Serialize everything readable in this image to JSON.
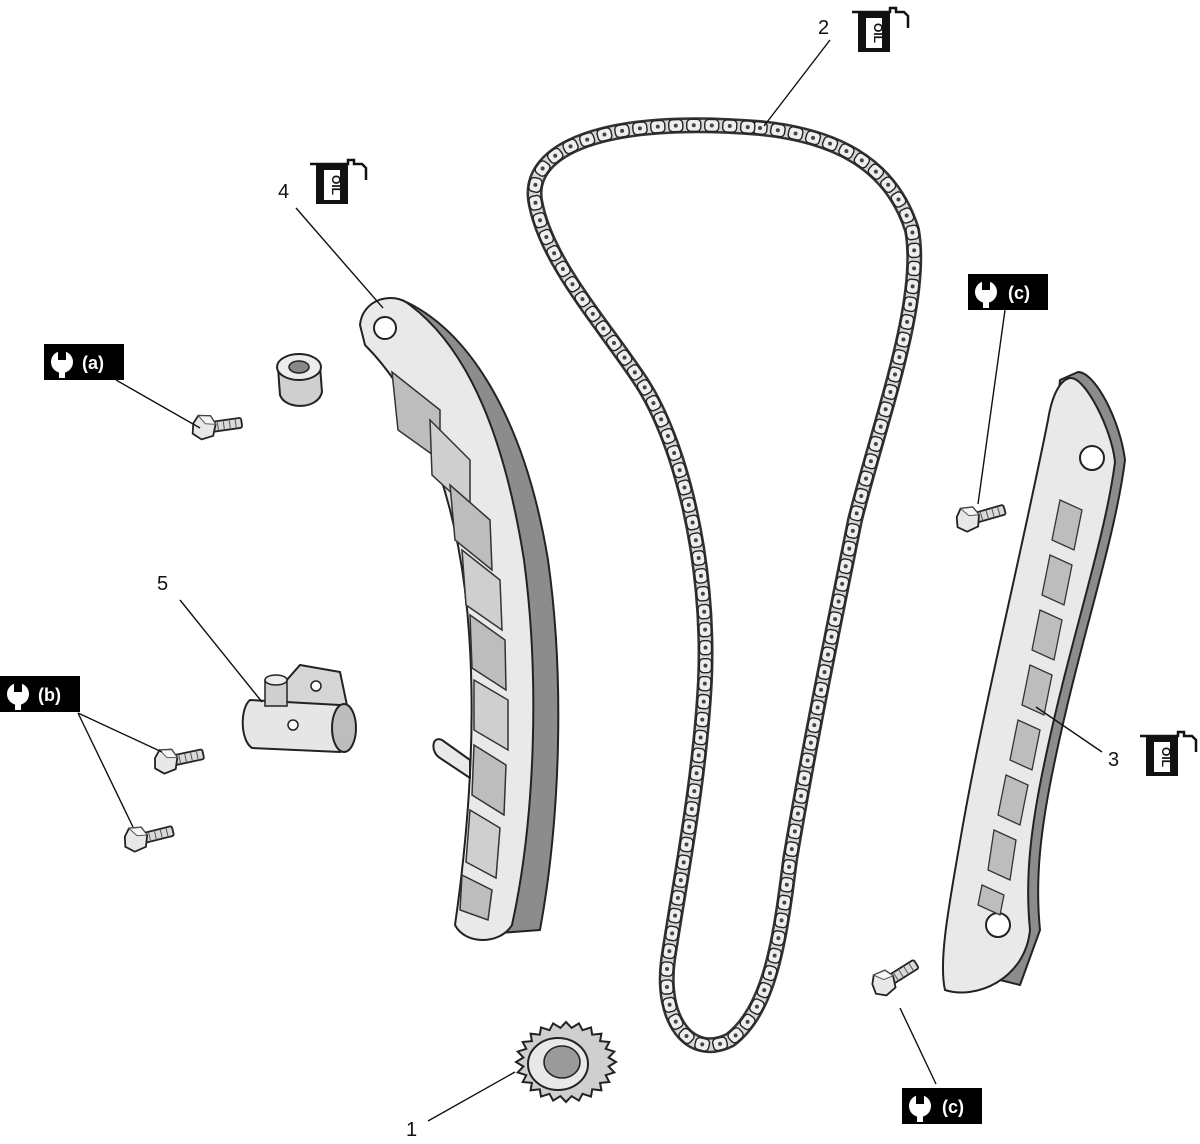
{
  "parts": [
    {
      "id": "1",
      "label": "1"
    },
    {
      "id": "2",
      "label": "2"
    },
    {
      "id": "3",
      "label": "3"
    },
    {
      "id": "4",
      "label": "4"
    },
    {
      "id": "5",
      "label": "5"
    }
  ],
  "torque_badges": {
    "a": "(a)",
    "b": "(b)",
    "c_upper": "(c)",
    "c_lower": "(c)"
  },
  "oil_symbol": {
    "text": "OIL"
  },
  "colors": {
    "part_fill": "#e6e6e6",
    "part_shadow": "#9a9a9a",
    "badge_bg": "#000000"
  }
}
